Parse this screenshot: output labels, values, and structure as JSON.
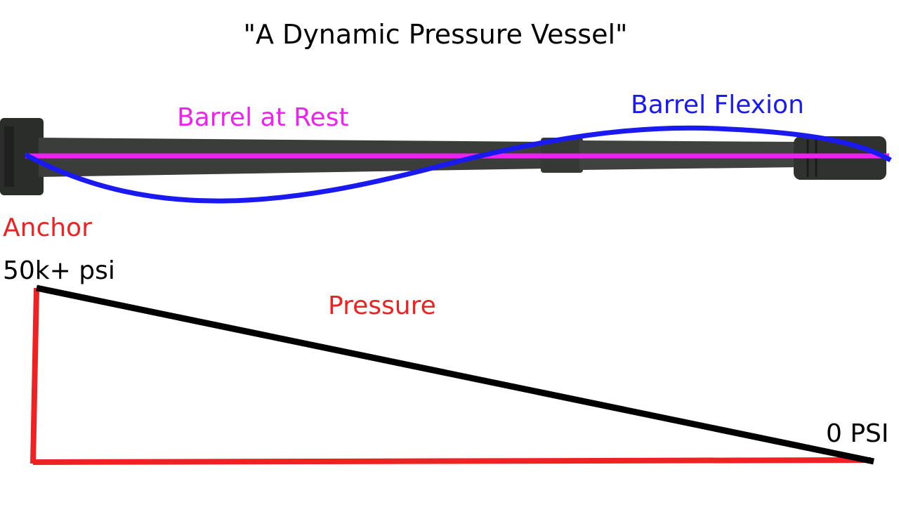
{
  "title": "\"A Dynamic Pressure Vessel\"",
  "labels": {
    "barrel_rest": "Barrel at Rest",
    "barrel_flexion": "Barrel Flexion",
    "anchor": "Anchor",
    "pressure_high": "50k+ psi",
    "pressure": "Pressure",
    "pressure_low": "0 PSI"
  },
  "colors": {
    "rest_line": "#ee22ee",
    "flexion_line": "#1a1af0",
    "anchor_text": "#ee2222",
    "pressure_axis": "#ee2222",
    "pressure_slope": "#000000",
    "label_text": "#000000",
    "barrel": "#3a3d3a"
  }
}
